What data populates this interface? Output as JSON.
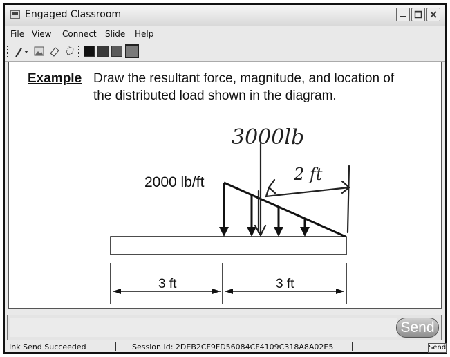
{
  "window": {
    "title": "Engaged Classroom"
  },
  "menu": {
    "items": [
      "File",
      "View",
      "Connect",
      "Slide",
      "Help"
    ]
  },
  "toolbar": {
    "tools": [
      "pen-icon",
      "dropdown-arrow-icon",
      "image-insert-icon",
      "eraser-icon",
      "lasso-select-icon"
    ],
    "swatches": [
      "#111111",
      "#3a3a3a",
      "#5a5a5a",
      "#7a7a7a"
    ]
  },
  "slide": {
    "heading_word": "Example",
    "prompt_line1": "Draw the resultant force, magnitude, and location of",
    "prompt_line2": "the distributed load shown in the diagram.",
    "load_label": "2000 lb/ft",
    "dim_left": "3 ft",
    "dim_right": "3 ft",
    "ink_force": "3000lb",
    "ink_distance": "2 ft"
  },
  "compose": {
    "send_label": "Send"
  },
  "status": {
    "message": "Ink Send Succeeded",
    "session": "Session Id: 2DEB2CF9FD56084CF4109C318A8A02E5",
    "send_small": "Send"
  }
}
